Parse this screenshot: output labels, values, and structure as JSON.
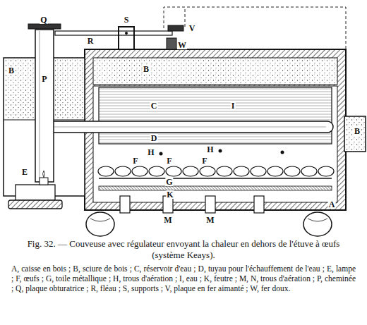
{
  "diagram": {
    "caption": "Fig. 32. — Couveuse avec régulateur envoyant la chaleur en dehors de l'étuve à œufs (système Keays).",
    "labels": [
      "Q",
      "R",
      "S",
      "V",
      "W",
      "B",
      "B",
      "P",
      "C",
      "I",
      "D",
      "B",
      "H",
      "H",
      "F",
      "F",
      "F",
      "G",
      "K",
      "E",
      "A",
      "M",
      "M",
      "A, caisse en bois ; B, sciure de bois ; C, réservoir d'eau ; D, tuyau pour l'échauffement de l'eau ; E, lampe ; F, œufs ; G, toile métallique ; H, trous d'aération ; I, eau ; K, feutre ; M, N, trous d'aération ; P, cheminée ; Q, plaque obturatrice ; R, fléau ; S, supports ; V, plaque en fer aimanté ; W, fer doux."
    ]
  }
}
